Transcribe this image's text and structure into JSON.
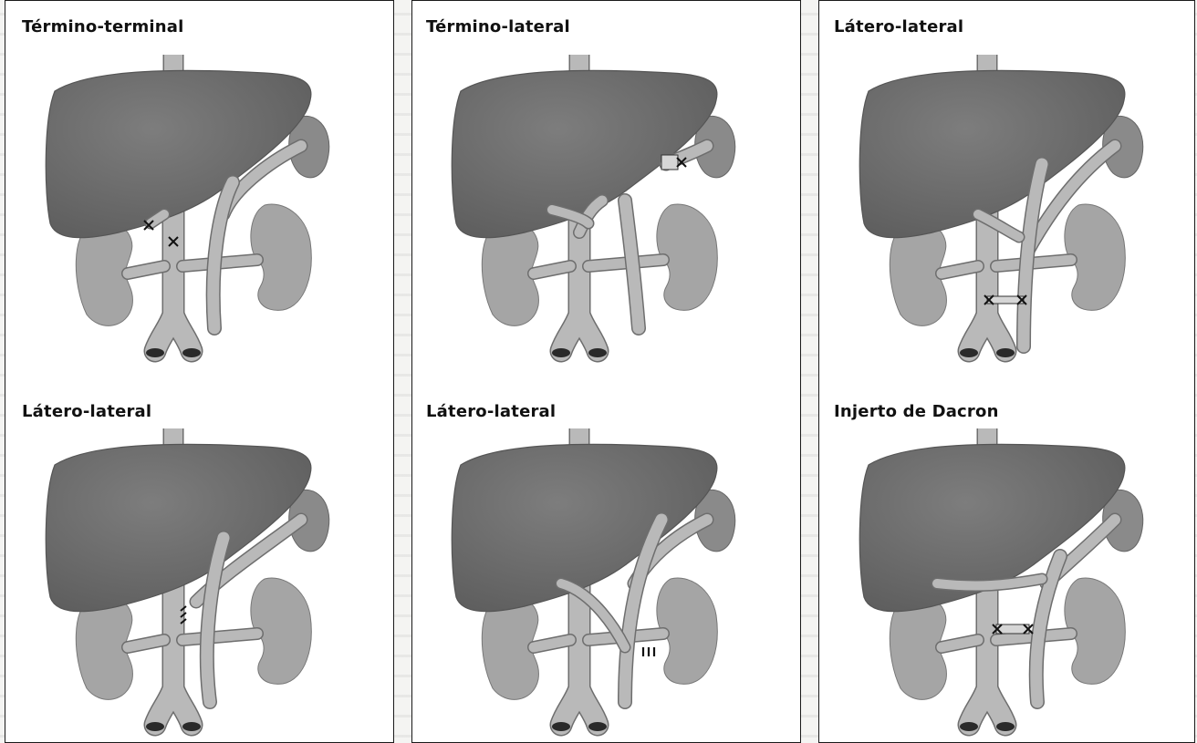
{
  "figure": {
    "panel_titles": {
      "top_left": "Término-terminal",
      "top_center": "Término-lateral",
      "top_right": "Látero-lateral",
      "bottom_left": "Látero-lateral",
      "bottom_center": "Látero-lateral",
      "bottom_right": "Injerto de Dacron"
    }
  },
  "colors": {
    "liver": "#7d7d7d",
    "liver_shade": "#5f5f5f",
    "kidney": "#a5a5a5",
    "spleen": "#8a8a8a",
    "vessel": "#b9b9b9",
    "vessel_edge": "#6e6e6e",
    "graft": "#d6d6d6",
    "suture": "#111111"
  }
}
